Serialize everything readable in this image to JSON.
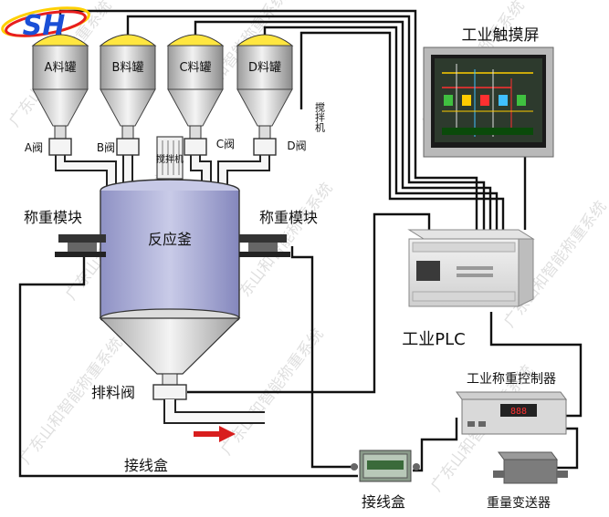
{
  "logo": {
    "text": "SH",
    "colors": [
      "#1a4fd6",
      "#e81e1e",
      "#ffd000"
    ]
  },
  "hoppers": [
    {
      "label": "A料罐",
      "valve": "A阀"
    },
    {
      "label": "B料罐",
      "valve": "B阀"
    },
    {
      "label": "C料罐",
      "valve": "C阀"
    },
    {
      "label": "D料罐",
      "valve": "D阀"
    }
  ],
  "stirrer_motor": "搅拌机",
  "stirrer_side": "搅拌机",
  "reactor": "反应釜",
  "weigh_module_left": "称重模块",
  "weigh_module_right": "称重模块",
  "discharge_valve": "排料阀",
  "junction_box_left": "接线盒",
  "junction_box_bottom": "接线盒",
  "touchscreen": "工业触摸屏",
  "plc": "工业PLC",
  "weighing_controller": "工业称重控制器",
  "weight_transmitter": "重量变送器",
  "watermark": "广东山和智能称重系统",
  "colors": {
    "hopper_fill": "#ffe640",
    "reactor": "#b3b5d9",
    "arrow": "#d81e1e"
  }
}
